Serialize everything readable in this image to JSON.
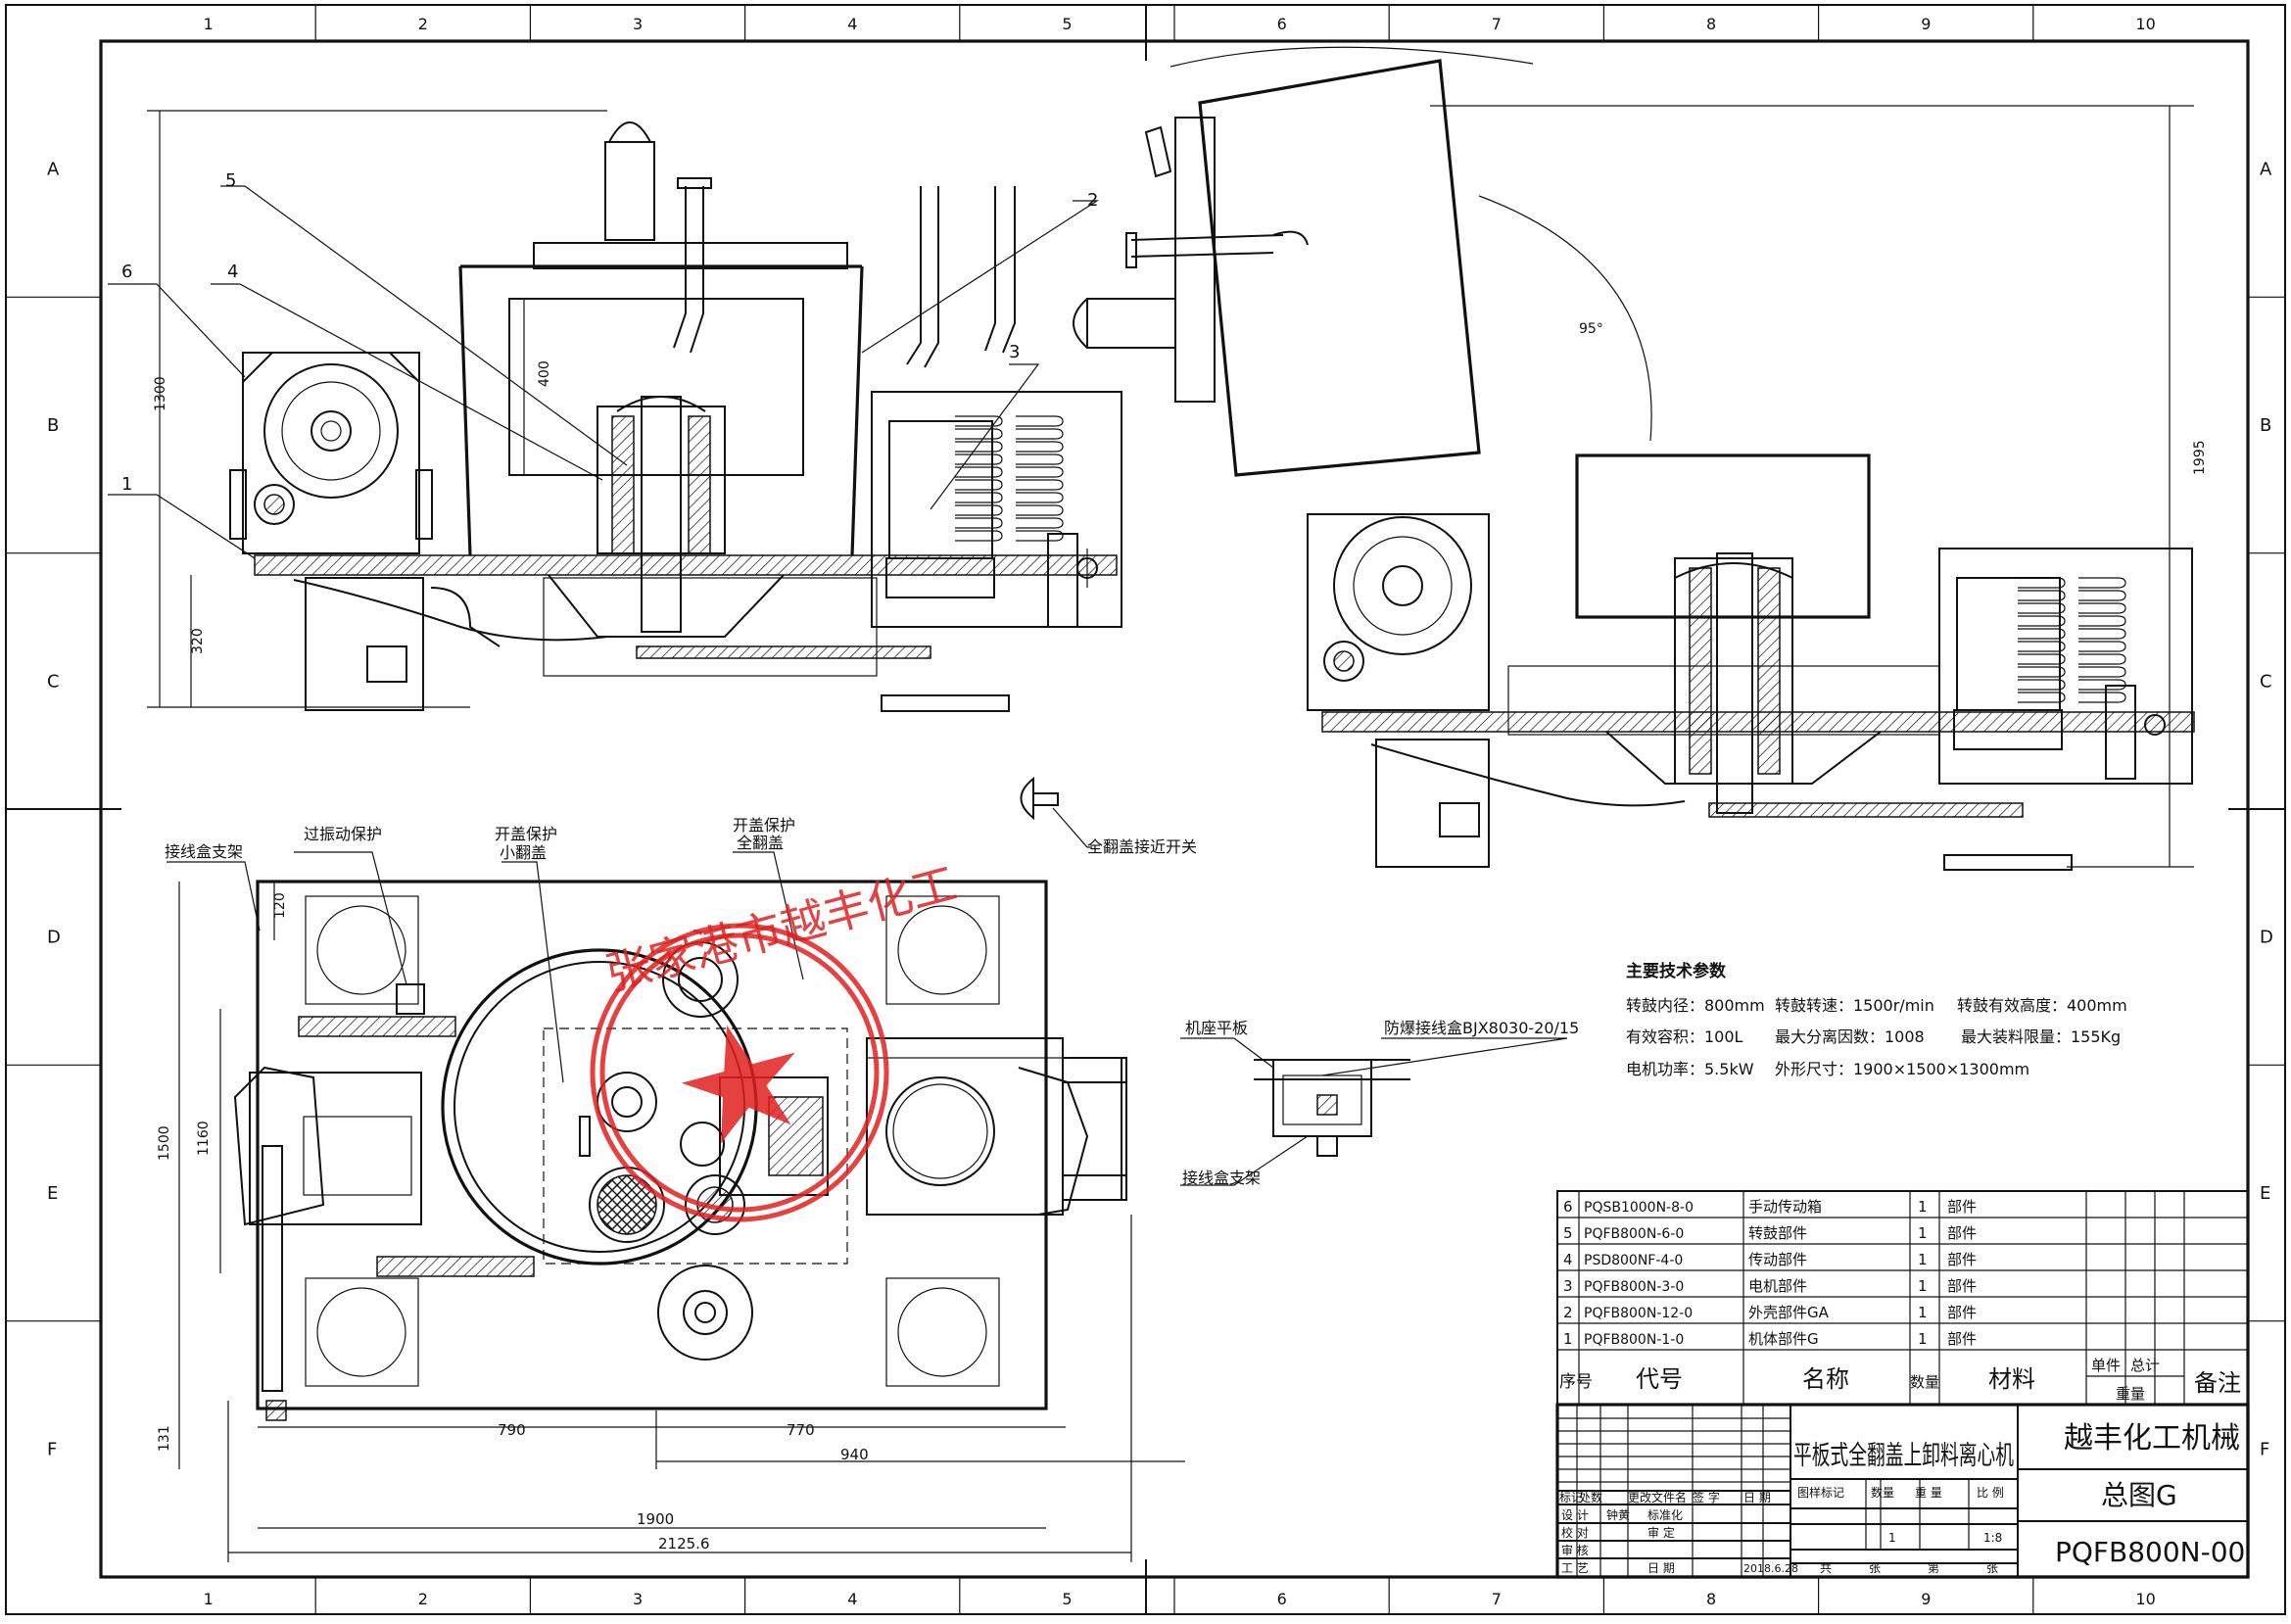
{
  "grid": {
    "columns": [
      "1",
      "2",
      "3",
      "4",
      "5",
      "6",
      "7",
      "8",
      "9",
      "10"
    ],
    "rows": [
      "A",
      "B",
      "C",
      "D",
      "E",
      "F"
    ]
  },
  "views": {
    "front": {
      "dims": [
        "1300",
        "400",
        "320"
      ],
      "balloons": [
        "1",
        "2",
        "3",
        "4",
        "5",
        "6"
      ]
    },
    "tilted": {
      "angle": "95°",
      "height": "1995"
    },
    "proximity_label": "全翻盖接近开关",
    "plan": {
      "callouts": [
        "接线盒支架",
        "过振动保护",
        "开盖保护",
        "小翻盖",
        "开盖保护",
        "全翻盖"
      ],
      "dims": [
        "120",
        "1500",
        "1160",
        "131",
        "790",
        "770",
        "940",
        "1900",
        "2125.6"
      ]
    },
    "detail": {
      "labels": [
        "机座平板",
        "防爆接线盒BJX8030-20/15",
        "接线盒支架"
      ]
    }
  },
  "specs": {
    "title": "主要技术参数",
    "lines": [
      [
        "转鼓内径：800mm",
        "转鼓转速：1500r/min",
        "转鼓有效高度：400mm"
      ],
      [
        "有效容积：100L",
        "最大分离因数：1008",
        "最大装料限量：155Kg"
      ],
      [
        "电机功率：5.5kW",
        "外形尺寸：1900×1500×1300mm"
      ]
    ]
  },
  "stamp": {
    "text": "张家港市越丰化工"
  },
  "bom": {
    "rows": [
      {
        "no": "6",
        "code": "PQSB1000N-8-0",
        "name": "手动传动箱",
        "qty": "1",
        "material": "部件"
      },
      {
        "no": "5",
        "code": "PQFB800N-6-0",
        "name": "转鼓部件",
        "qty": "1",
        "material": "部件"
      },
      {
        "no": "4",
        "code": "PSD800NF-4-0",
        "name": "传动部件",
        "qty": "1",
        "material": "部件"
      },
      {
        "no": "3",
        "code": "PQFB800N-3-0",
        "name": "电机部件",
        "qty": "1",
        "material": "部件"
      },
      {
        "no": "2",
        "code": "PQFB800N-12-0",
        "name": "外壳部件GA",
        "qty": "1",
        "material": "部件"
      },
      {
        "no": "1",
        "code": "PQFB800N-1-0",
        "name": "机体部件G",
        "qty": "1",
        "material": "部件"
      }
    ],
    "headers": {
      "no": "序号",
      "code": "代号",
      "name": "名称",
      "qty": "数量",
      "material": "材料",
      "unit": "单件",
      "total": "总计",
      "weight": "重量",
      "remark": "备注"
    }
  },
  "title_block": {
    "product": "平板式全翻盖上卸料离心机",
    "company": "越丰化工机械",
    "drawing": "总图G",
    "code": "PQFB800N-00",
    "rev_labels": [
      "标记",
      "处数",
      "更改文件名",
      "签 字",
      "日 期"
    ],
    "sign_labels": [
      "设 计",
      "校 对",
      "审 核",
      "工 艺"
    ],
    "std_labels": [
      "标准化",
      "审 定",
      "日 期"
    ],
    "date": "2018.6.28",
    "signer": "钟黄",
    "mid_labels": [
      "图样标记",
      "数量",
      "重 量",
      "比 例"
    ],
    "qty": "1",
    "scale": "1:8",
    "sheet_labels": [
      "共",
      "张",
      "第",
      "张"
    ]
  }
}
